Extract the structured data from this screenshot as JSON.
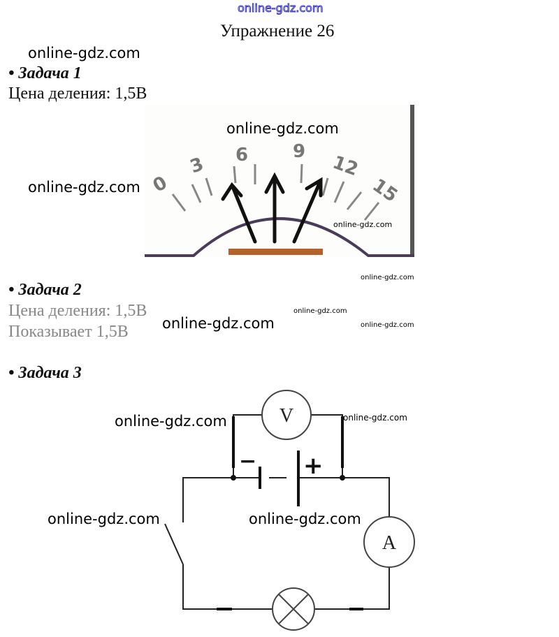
{
  "watermark": "online-gdz.com",
  "title": "Упражнение 26",
  "task1": {
    "heading": "• Задача 1",
    "line1": "Цена деления: 1,5В",
    "scale": [
      "0",
      "3",
      "6",
      "9",
      "12",
      "15"
    ]
  },
  "task2": {
    "heading": "• Задача 2",
    "line1": "Цена деления: 1,5В",
    "line2": "Показывает 1,5В"
  },
  "task3": {
    "heading": "• Задача 3",
    "voltmeter": "V",
    "ammeter": "A",
    "minus": "−",
    "plus": "+"
  }
}
